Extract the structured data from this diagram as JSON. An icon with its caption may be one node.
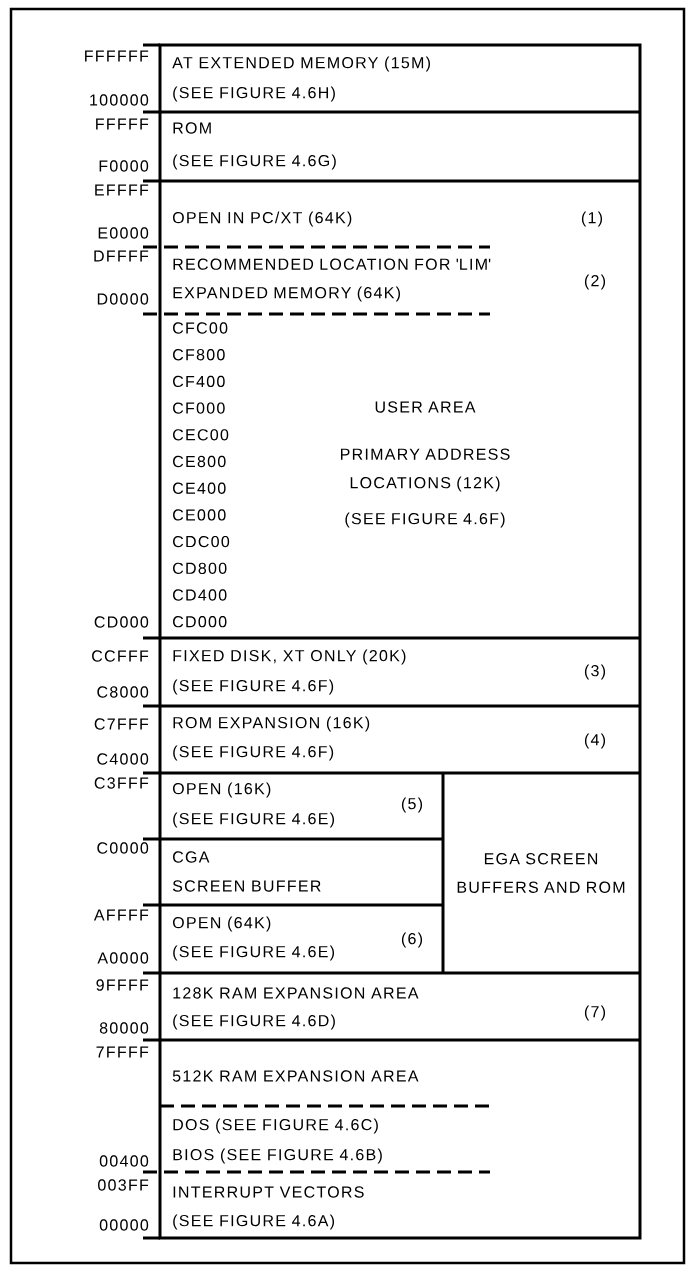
{
  "diagram": {
    "nodes": [
      {
        "text": [
          "AT EXTENDED MEMORY (15M)",
          "(SEE FIGURE 4.6H)"
        ],
        "beside": [
          "FFFFFF",
          "100000"
        ]
      },
      {
        "text": [
          "ROM",
          "(SEE FIGURE 4.6G)"
        ],
        "beside": [
          "FFFFF",
          "F0000"
        ]
      },
      {
        "text": [
          "OPEN IN PC/XT (64K)",
          "(1)"
        ],
        "beside": [
          "EFFFF",
          "E0000"
        ]
      },
      {
        "text": [
          "RECOMMENDED LOCATION FOR 'LIM' EXPANDED MEMORY (64K)",
          "(2)"
        ],
        "beside": [
          "DFFFF",
          "D0000"
        ]
      },
      {
        "text": [
          "USER AREA",
          "PRIMARY ADDRESS LOCATIONS (12K)",
          "(SEE FIGURE 4.6F)",
          "CFC00",
          "CF800",
          "CF400",
          "CF000",
          "CEC00",
          "CE800",
          "CE400",
          "CE000",
          "CDC00",
          "CD800",
          "CD400",
          "CD000"
        ],
        "beside": [
          "CD000"
        ]
      },
      {
        "text": [
          "FIXED DISK, XT ONLY (20K)",
          "(SEE FIGURE 4.6F)",
          "(3)"
        ],
        "beside": [
          "CCFFF",
          "C8000"
        ]
      },
      {
        "text": [
          "ROM EXPANSION (16K)",
          "(SEE FIGURE 4.6F)",
          "(4)"
        ],
        "beside": [
          "C7FFF",
          "C4000"
        ]
      },
      {
        "text": [
          "OPEN (16K)",
          "(SEE FIGURE 4.6E)",
          "(5)"
        ],
        "beside": [
          "C3FFF"
        ]
      },
      {
        "text": [
          "CGA",
          "SCREEN BUFFER"
        ],
        "beside": [
          "C0000"
        ]
      },
      {
        "text": [
          "OPEN (64K)",
          "(SEE FIGURE 4.6E)",
          "(6)"
        ],
        "beside": [
          "AFFFF",
          "A0000"
        ]
      },
      {
        "text": [
          "EGA SCREEN BUFFERS AND ROM"
        ]
      },
      {
        "text": [
          "128K RAM EXPANSION AREA",
          "(SEE FIGURE 4.6D)",
          "(7)"
        ],
        "beside": [
          "9FFFF",
          "80000"
        ]
      },
      {
        "text": [
          "512K RAM EXPANSION AREA"
        ],
        "beside": [
          "7FFFF"
        ]
      },
      {
        "text": [
          "DOS (SEE FIGURE 4.6C)",
          "BIOS (SEE FIGURE 4.6B)"
        ],
        "beside": [
          "00400"
        ]
      },
      {
        "text": [
          "INTERRUPT VECTORS",
          "(SEE FIGURE 4.6A)"
        ],
        "beside": [
          "003FF",
          "00000"
        ]
      }
    ]
  }
}
